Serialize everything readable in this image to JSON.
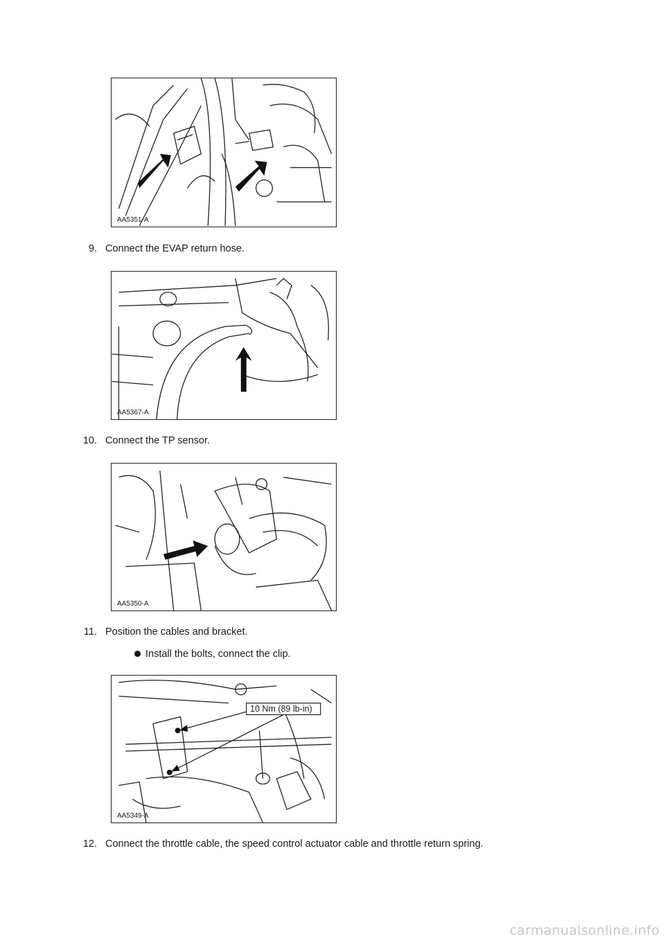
{
  "figures": [
    {
      "code": "AA5351-A"
    },
    {
      "code": "AA5367-A"
    },
    {
      "code": "AA5350-A"
    },
    {
      "code": "AA5349-A",
      "callout": "10 Nm (89 lb-in)"
    }
  ],
  "steps": [
    {
      "number": "9.",
      "text": "Connect the EVAP return hose."
    },
    {
      "number": "10.",
      "text": "Connect the TP sensor."
    },
    {
      "number": "11.",
      "text": "Position the cables and bracket."
    },
    {
      "number": "12.",
      "text": "Connect the throttle cable, the speed control actuator cable and throttle return spring."
    }
  ],
  "sub_bullets": [
    {
      "text": "Install the bolts, connect the clip."
    }
  ],
  "watermark": "carmanualsonline.info",
  "colors": {
    "line": "#222222",
    "arrow": "#111111",
    "watermark": "#c8c8c8"
  }
}
